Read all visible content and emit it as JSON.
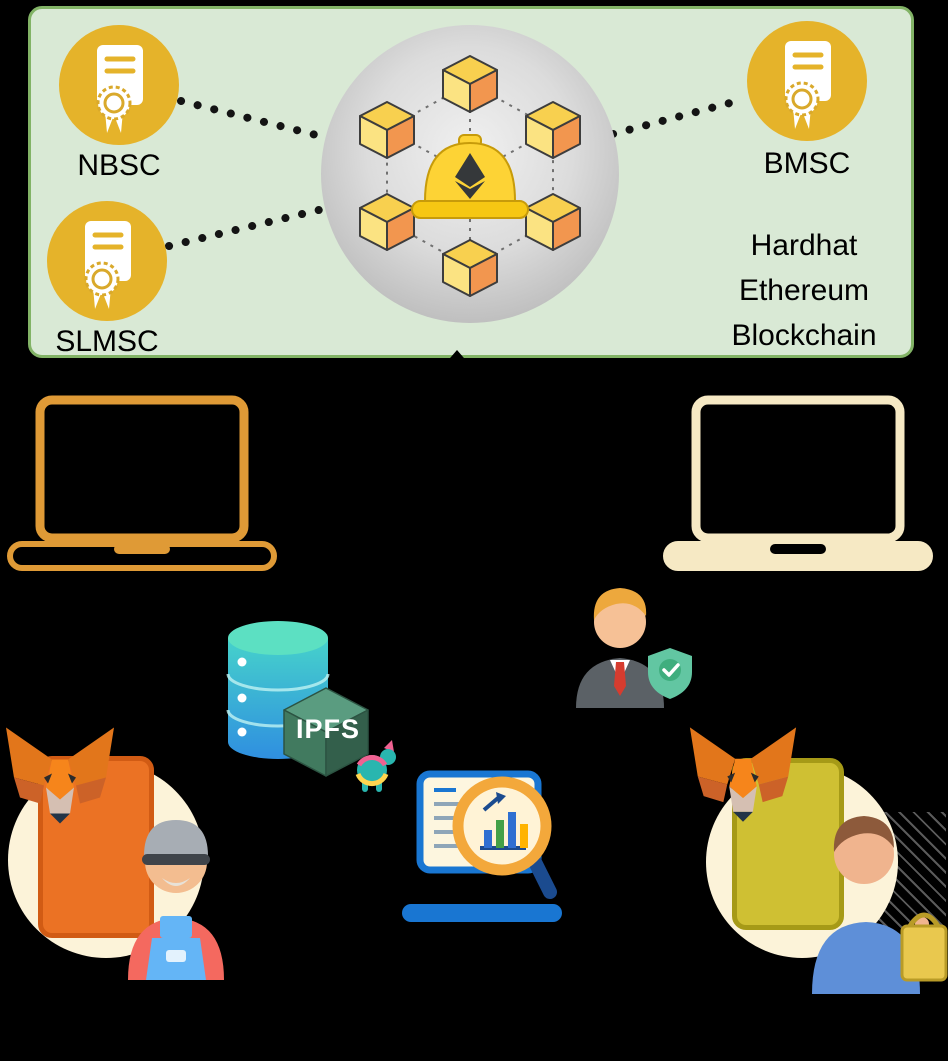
{
  "blockchain_panel": {
    "contracts": {
      "nbsc_label": "NBSC",
      "slmsc_label": "SLMSC",
      "bmsc_label": "BMSC"
    },
    "caption_lines": [
      "Hardhat",
      "Ethereum",
      "Blockchain"
    ]
  },
  "storage": {
    "ipfs_label": "IPFS"
  },
  "colors": {
    "background": "#000000",
    "panel_bg": "#d9e9d5",
    "panel_border": "#82b366",
    "contract_badge_gold": "#e5b32a",
    "laptop_left_orange": "#df9a36",
    "laptop_right_cream": "#f6e9c4",
    "metamask_orange": "#e4761b",
    "ipfs_cube_green": "#417a5f",
    "database_teal": "#3ec9d6",
    "phone_left_orange": "#eb7224",
    "phone_right_yellow": "#cfc033",
    "shield_green": "#62c6a2"
  },
  "icons": [
    "certificate-badge-icon",
    "blockchain-cube-icon",
    "hardhat-helmet-icon",
    "dotted-connector",
    "laptop-icon",
    "database-icon",
    "ipfs-cube-icon",
    "pinata-icon",
    "auditor-shield-icon",
    "metamask-fox-icon",
    "smartphone-icon",
    "farmer-icon",
    "analytics-magnifier-icon",
    "consumer-icon",
    "shopping-bag-icon"
  ]
}
